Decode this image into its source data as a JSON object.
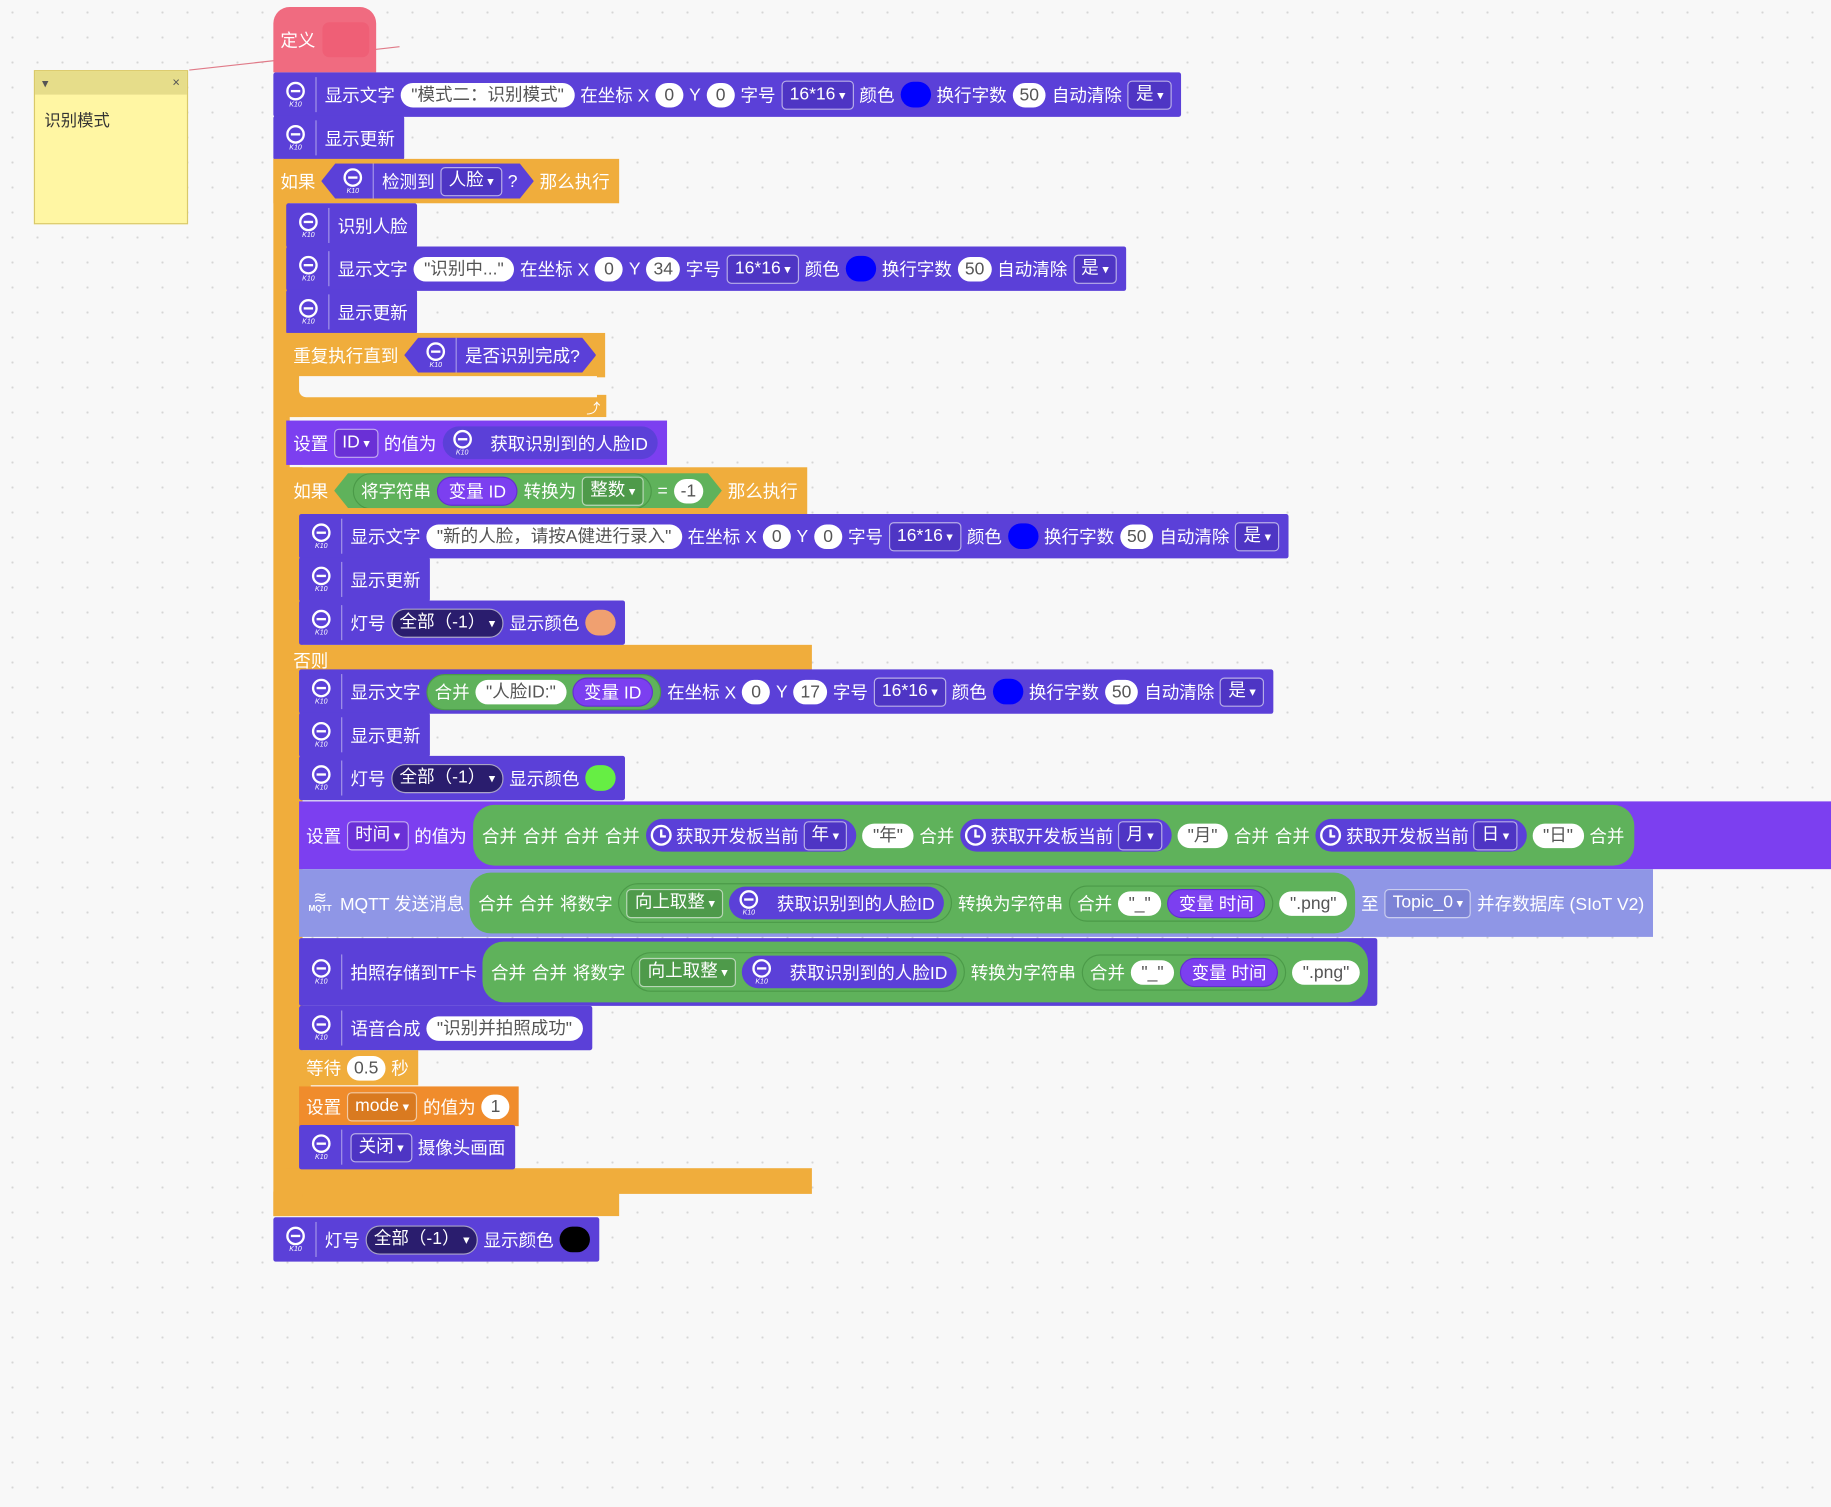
{
  "note": {
    "text": "识别模式",
    "toggle": "▾",
    "close": "×"
  },
  "define": {
    "label": "定义"
  },
  "k10_tag": "K10",
  "w": {
    "show_text": "显示文字",
    "at_xy": "在坐标 X",
    "y": "Y",
    "font": "字号",
    "color": "颜色",
    "wrap": "换行字数",
    "clear": "自动清除",
    "update": "显示更新",
    "if": "如果",
    "then": "那么执行",
    "detected": "检测到",
    "q": "?",
    "recog_face": "识别人脸",
    "repeat_until": "重复执行直到",
    "is_done": "是否识别完成?",
    "set": "设置",
    "value_of": "的值为",
    "get_face_id": "获取识别到的人脸ID",
    "str_to": "将字符串",
    "conv_to": "转换为",
    "eq": "=",
    "else": "否则",
    "led": "灯号",
    "show_color": "显示颜色",
    "merge": "合并",
    "var_id": "变量 ID",
    "get_board_now": "获取开发板当前",
    "num_to": "将数字",
    "to_str": "转换为字符串",
    "var_time": "变量 时间",
    "mqtt_send": "MQTT 发送消息",
    "to": "至",
    "save_db": "并存数据库 (SIoT V2)",
    "photo_tf": "拍照存储到TF卡",
    "tts": "语音合成",
    "wait": "等待",
    "sec": "秒",
    "camera_view": "摄像头画面",
    "mqtt_logo": "MQTT"
  },
  "v": {
    "mode2": "模式二：识别模式",
    "x0": "0",
    "y0": "0",
    "y34": "34",
    "y17": "17",
    "font": "16*16",
    "wrap": "50",
    "yes": "是",
    "face": "人脸",
    "recognizing": "识别中...",
    "id": "ID",
    "int": "整数",
    "neg1": "-1",
    "new_face": "新的人脸，请按A健进行录入",
    "all": "全部（-1）",
    "face_id_label": "人脸ID:",
    "time": "时间",
    "year": "年",
    "year_s": "年",
    "month": "月",
    "month_s": "月",
    "day": "日",
    "day_s": "日",
    "ceil": "向上取整",
    "underscore": "_",
    "png": ".png",
    "topic": "Topic_0",
    "recog_photo": "识别并拍照成功",
    "wait": "0.5",
    "mode": "mode",
    "one": "1",
    "close": "关闭"
  },
  "colors": {
    "blue": "#0000ff",
    "orange": "#f0a070",
    "green": "#66ee44",
    "black": "#000000"
  }
}
